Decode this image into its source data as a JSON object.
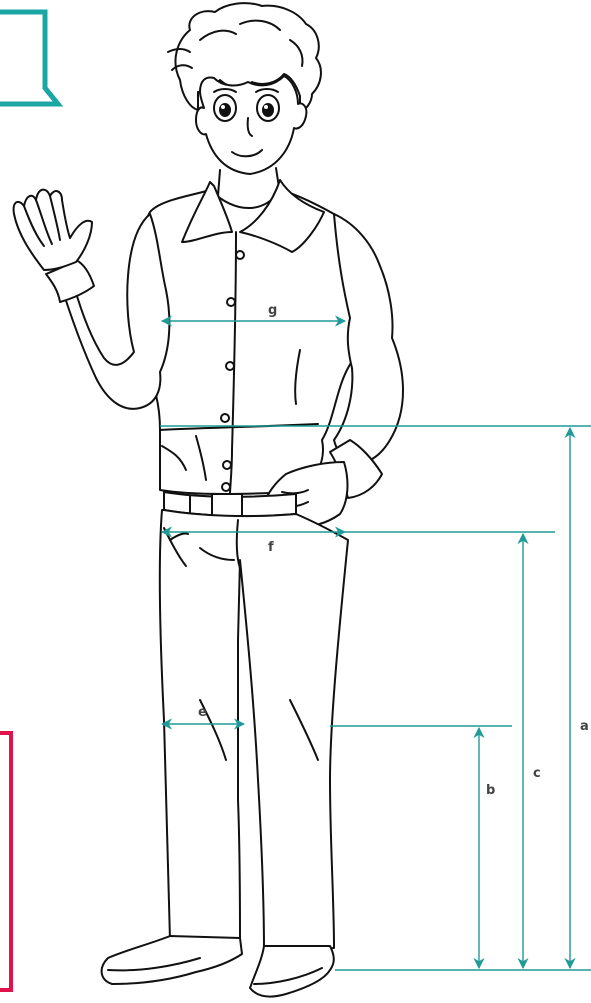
{
  "measurements": {
    "a": "a",
    "b": "b",
    "c": "c",
    "e": "e",
    "f": "f",
    "g": "g"
  },
  "colors": {
    "teal_callout": "#1aa7a4",
    "measure_line": "#1f9a98",
    "red_callout": "#e0124a",
    "ink": "#111111"
  }
}
